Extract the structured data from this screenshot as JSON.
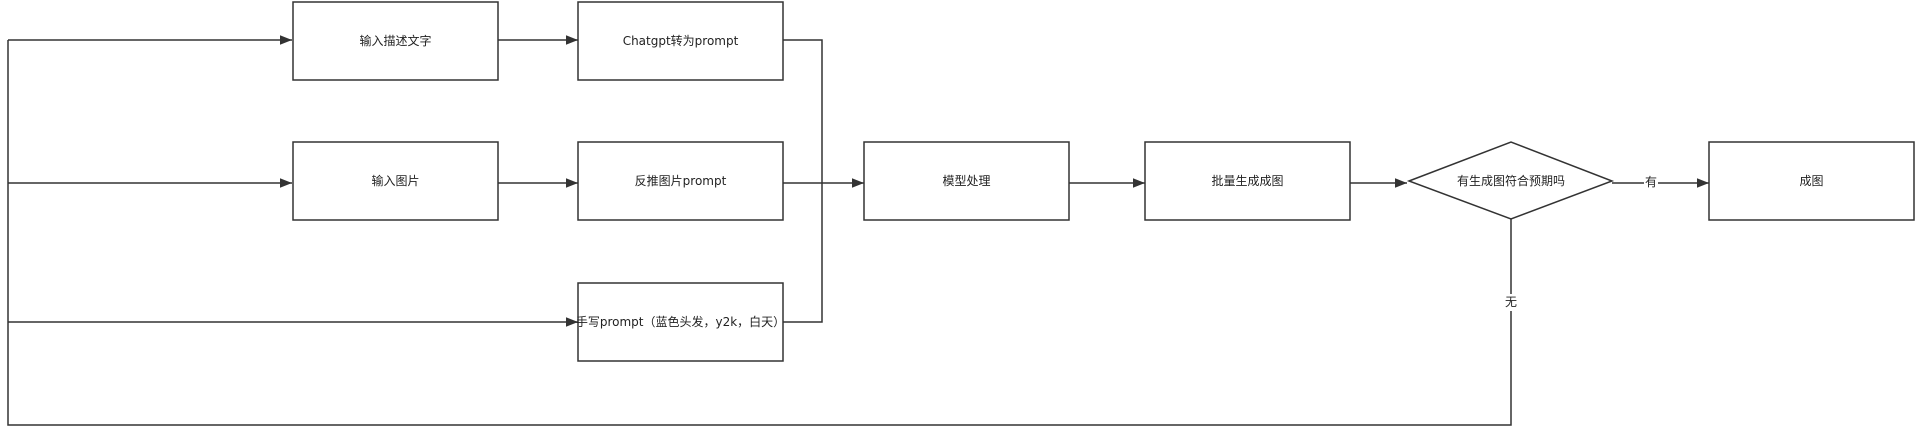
{
  "diagram": {
    "nodes": {
      "input_text": "输入描述文字",
      "chatgpt_prompt": "Chatgpt转为prompt",
      "input_image": "输入图片",
      "reverse_prompt": "反推图片prompt",
      "handwritten_prompt": "手写prompt（蓝色头发，y2k，白天）",
      "model_processing": "模型处理",
      "batch_generate": "批量生成成图",
      "decision": "有生成图符合预期吗",
      "final_image": "成图"
    },
    "edge_labels": {
      "yes": "有",
      "no": "无"
    },
    "colors": {
      "stroke": "#333333",
      "fill": "#ffffff",
      "text": "#222222"
    }
  }
}
